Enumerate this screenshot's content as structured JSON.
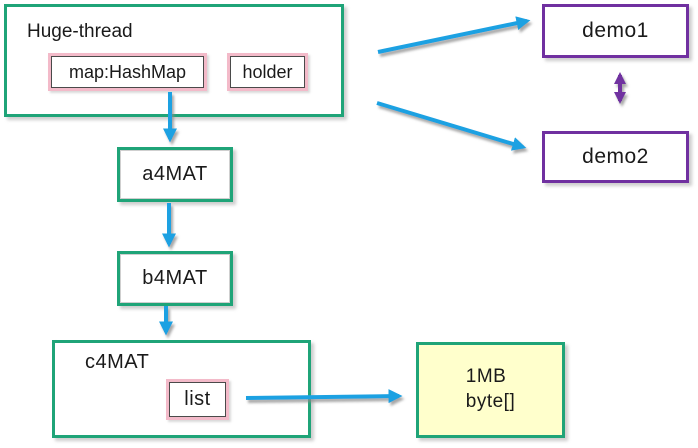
{
  "nodes": {
    "huge_thread": {
      "label": "Huge-thread"
    },
    "map_hashmap": {
      "label": "map:HashMap"
    },
    "holder": {
      "label": "holder"
    },
    "a4mat": {
      "label": "a4MAT"
    },
    "b4mat": {
      "label": "b4MAT"
    },
    "c4mat": {
      "label": "c4MAT"
    },
    "list": {
      "label": "list"
    },
    "byte_array": {
      "line1": "1MB",
      "line2": "byte[]"
    },
    "demo1": {
      "label": "demo1"
    },
    "demo2": {
      "label": "demo2"
    }
  },
  "edges": [
    {
      "from": "huge_thread",
      "to": "demo1",
      "color": "#1da1e2",
      "direction": "one-way"
    },
    {
      "from": "huge_thread",
      "to": "demo2",
      "color": "#1da1e2",
      "direction": "one-way"
    },
    {
      "from": "demo1",
      "to": "demo2",
      "color": "#7030a0",
      "direction": "two-way"
    },
    {
      "from": "map_hashmap",
      "to": "a4mat",
      "color": "#1da1e2",
      "direction": "one-way"
    },
    {
      "from": "a4mat",
      "to": "b4mat",
      "color": "#1da1e2",
      "direction": "one-way"
    },
    {
      "from": "b4mat",
      "to": "c4mat",
      "color": "#1da1e2",
      "direction": "one-way"
    },
    {
      "from": "list",
      "to": "byte_array",
      "color": "#1da1e2",
      "direction": "one-way"
    }
  ],
  "colors": {
    "node_border_green": "#1fa478",
    "node_border_pink": "#f3bac9",
    "node_border_purple": "#7030a0",
    "arrow_blue": "#1da1e2",
    "arrow_purple": "#7030a0",
    "byte_array_fill": "#ffffcc",
    "background": "#ffffff"
  }
}
